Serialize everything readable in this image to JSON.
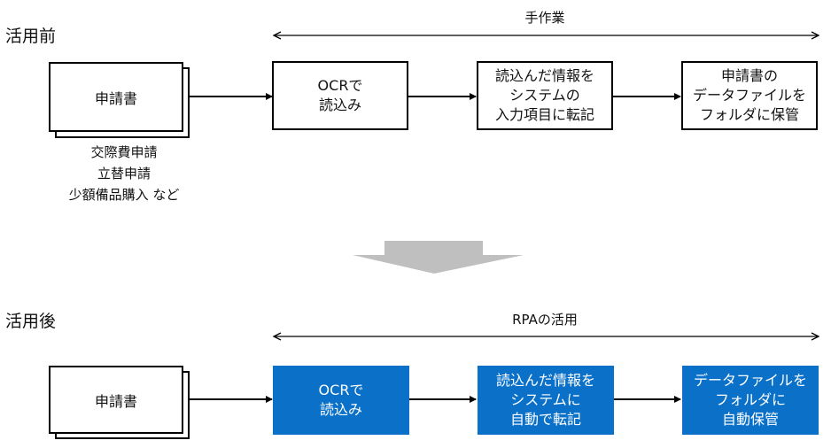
{
  "before": {
    "label": "活用前",
    "range_label": "手作業",
    "document": "申請書",
    "examples": "交際費申請\n立替申請\n少額備品購入 など",
    "steps": [
      "OCRで\n読込み",
      "読込んだ情報を\nシステムの\n入力項目に転記",
      "申請書の\nデータファイルを\nフォルダに保管"
    ]
  },
  "after": {
    "label": "活用後",
    "range_label": "RPAの活用",
    "document": "申請書",
    "steps": [
      "OCRで\n読込み",
      "読込んだ情報を\nシステムに\n自動で転記",
      "データファイルを\nフォルダに\n自動保管"
    ]
  },
  "colors": {
    "rpa_box": "#0a70c8",
    "transition_arrow": "#bfbfbf",
    "line": "#000000"
  }
}
